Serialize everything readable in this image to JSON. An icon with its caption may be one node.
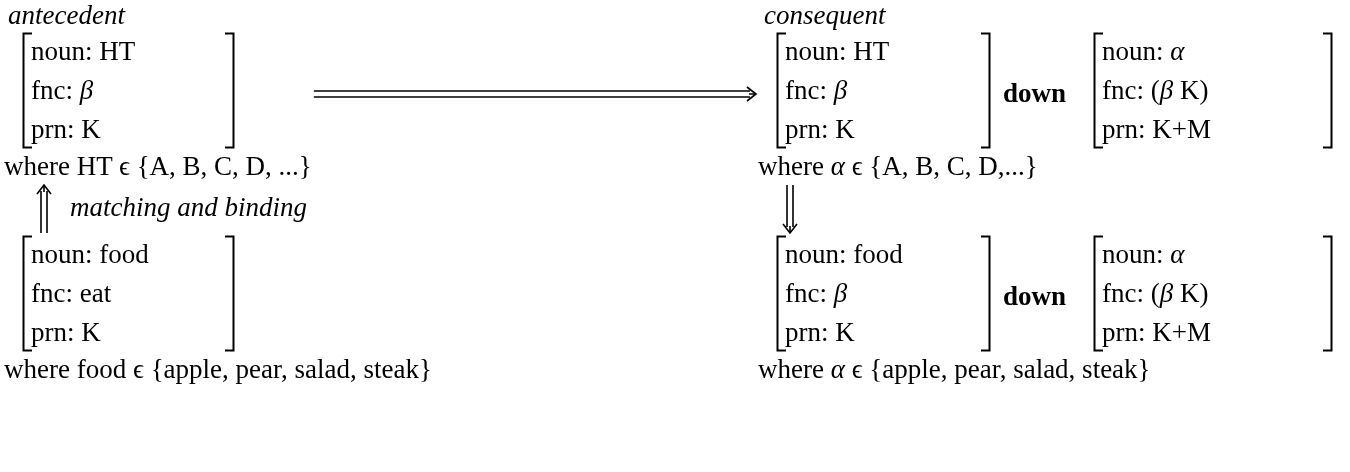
{
  "diagram": {
    "nodes": [
      {
        "text": [
          "noun: HT",
          "fnc: *β*",
          "prn: K",
          "where HT ϵ {A, B, C, D, ...}"
        ]
      },
      {
        "text": [
          "noun: HT",
          "fnc: *β*",
          "prn: K",
          "where *α* ϵ {A, B, C, D,...}"
        ]
      },
      {
        "text": [
          "noun: *α*",
          "fnc: (*β* K)",
          "prn: K+M"
        ]
      },
      {
        "text": [
          "noun: food",
          "fnc: eat",
          "prn: K",
          "where food ϵ {apple, pear, salad, steak}"
        ]
      },
      {
        "text": [
          "noun: food",
          "fnc: *β*",
          "prn: K",
          "where *α* ϵ {apple, pear, salad, steak}"
        ]
      },
      {
        "text": [
          "noun: *α*",
          "fnc: (*β* K)",
          "prn: K+M"
        ]
      }
    ],
    "edges": [
      {
        "from": 0,
        "to": 1,
        "arrow": "to"
      },
      {
        "from": 3,
        "to": 0,
        "arrow": "to",
        "label": "matching and binding"
      },
      {
        "from": 1,
        "to": 4,
        "arrow": "to"
      }
    ],
    "labels": [
      "antecedent",
      "consequent",
      "down",
      "down"
    ]
  }
}
